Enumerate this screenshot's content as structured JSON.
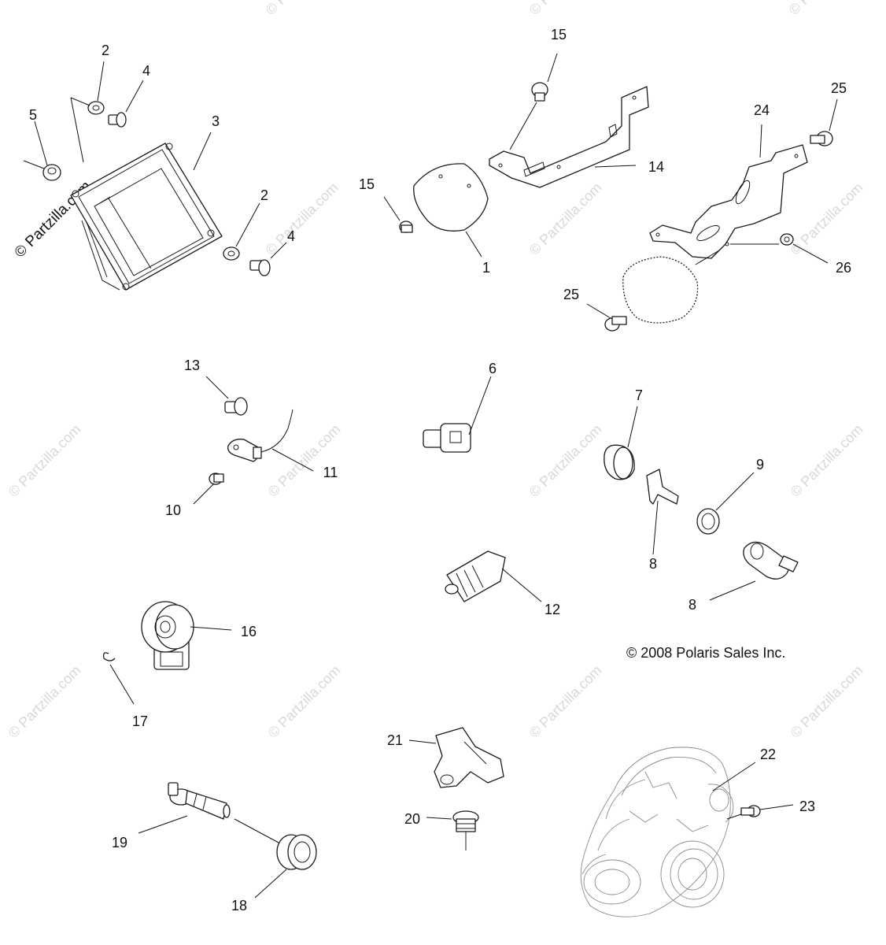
{
  "watermark": {
    "primary": "© Partzilla.com",
    "repeat": "© Partzilla.com"
  },
  "copyright": "© 2008 Polaris Sales Inc.",
  "callouts": {
    "c1": "1",
    "c2a": "2",
    "c2b": "2",
    "c3": "3",
    "c4a": "4",
    "c4b": "4",
    "c5": "5",
    "c6": "6",
    "c7": "7",
    "c8a": "8",
    "c8b": "8",
    "c9": "9",
    "c10": "10",
    "c11": "11",
    "c12": "12",
    "c13": "13",
    "c14": "14",
    "c15a": "15",
    "c15b": "15",
    "c16": "16",
    "c17": "17",
    "c18": "18",
    "c19": "19",
    "c20": "20",
    "c21": "21",
    "c22": "22",
    "c23": "23",
    "c24": "24",
    "c25a": "25",
    "c25b": "25",
    "c26": "26"
  }
}
